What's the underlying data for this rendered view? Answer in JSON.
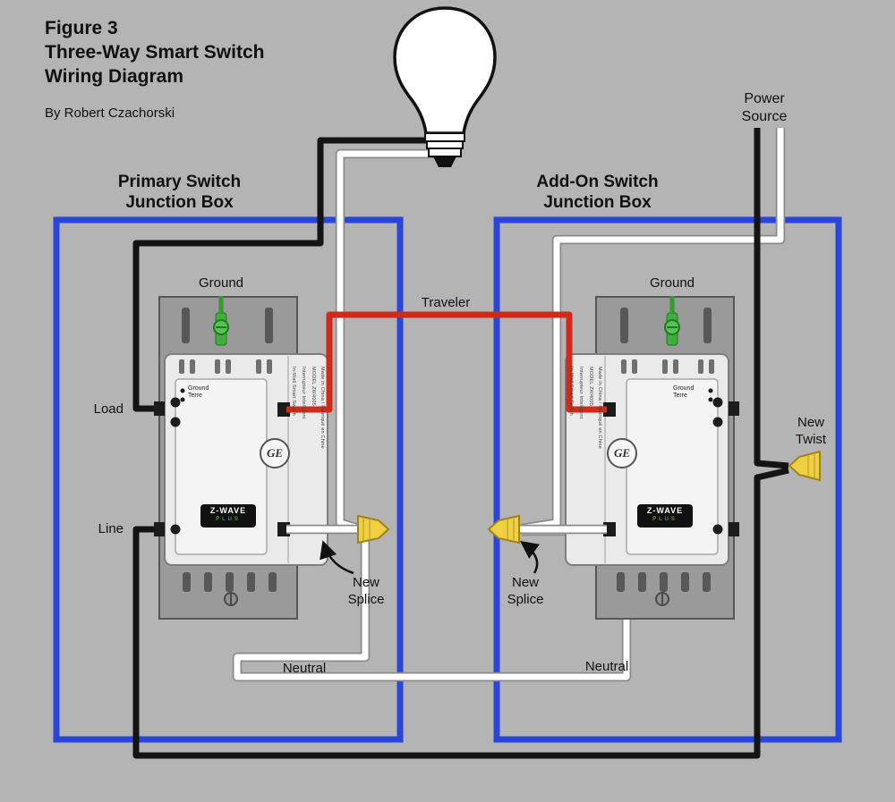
{
  "figure": {
    "label": "Figure 3",
    "title_line1": "Three-Way Smart Switch",
    "title_line2": "Wiring Diagram",
    "author": "By Robert Czachorski"
  },
  "boxes": {
    "primary": {
      "title_line1": "Primary Switch",
      "title_line2": "Junction Box"
    },
    "addon": {
      "title_line1": "Add-On Switch",
      "title_line2": "Junction Box"
    }
  },
  "labels": {
    "power_line1": "Power",
    "power_line2": "Source",
    "ground": "Ground",
    "load": "Load",
    "line": "Line",
    "traveler": "Traveler",
    "neutral": "Neutral",
    "new_splice_line1": "New",
    "new_splice_line2": "Splice",
    "new_twist_line1": "New",
    "new_twist_line2": "Twist"
  },
  "device": {
    "brand": "GE",
    "badge_line1": "Z-WAVE",
    "badge_line2": "PLUS",
    "ground_terminal_line1": "Ground",
    "ground_terminal_line2": "Terre",
    "fine_print": [
      "In-Wall Smart Switch",
      "Interrupteur Intelligent",
      "MODEL ZW4005",
      "Made in China / Fabriqué en Chine"
    ]
  },
  "colors": {
    "background": "#b4b4b4",
    "box_blue": "#2946d8",
    "wire_black": "#141414",
    "wire_white": "#ffffff",
    "wire_red": "#cf2b18",
    "nut_yellow": "#f0d043",
    "ground_green": "#3fae3f"
  }
}
